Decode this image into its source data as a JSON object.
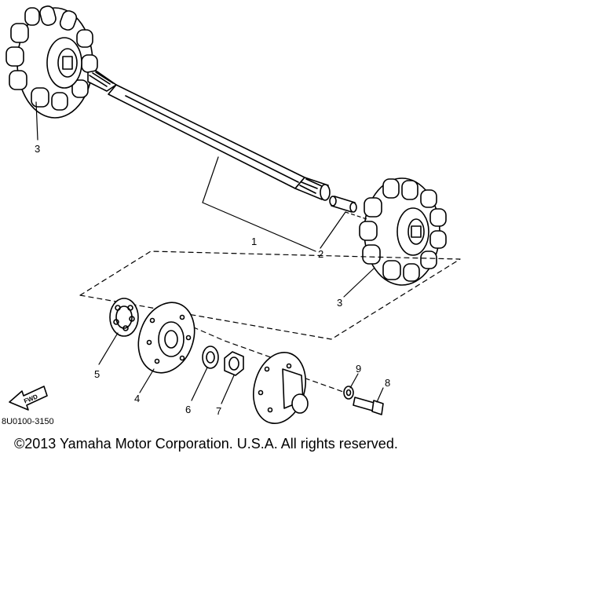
{
  "diagram": {
    "callouts": [
      "3",
      "1",
      "2",
      "3",
      "5",
      "4",
      "6",
      "7",
      "9",
      "8"
    ],
    "fwd_label": "FWD",
    "figure_code": "8U0100-3150"
  },
  "footer": {
    "copyright": "©2013 Yamaha Motor Corporation. U.S.A. All rights reserved."
  }
}
